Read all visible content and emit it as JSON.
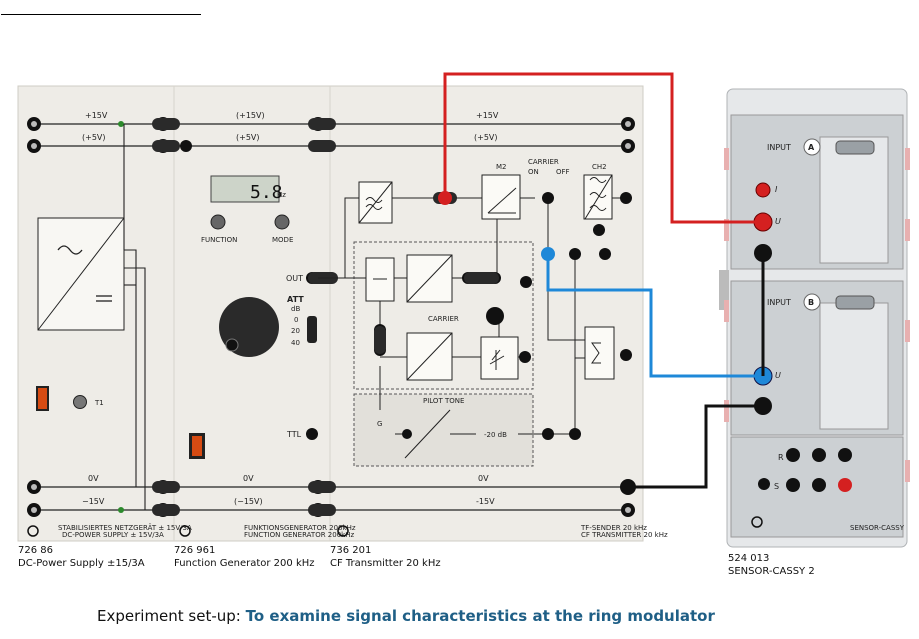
{
  "modules": [
    {
      "number": "726 86",
      "name": "DC-Power Supply ±15/3A"
    },
    {
      "number": "726 961",
      "name": "Function Generator 200 kHz"
    },
    {
      "number": "736 201",
      "name": "CF Transmitter 20 kHz"
    },
    {
      "number": "524 013",
      "name": "SENSOR-CASSY 2"
    }
  ],
  "caption": {
    "prefix": "Experiment set-up: ",
    "title": "To examine signal characteristics at the ring modulator"
  },
  "panel": {
    "rail_p15": "+15V",
    "rail_p5": "(+5V)",
    "rail_p15_par": "(+15V)",
    "rail_p15_plain": "+15V",
    "rail_p5_par": "(+5V)",
    "rail_0v": "0V",
    "rail_m15": "−15V",
    "rail_m15_par": "(−15V)",
    "rail_m15_plain": "-15V",
    "display": "5.8",
    "display_unit": "Hz",
    "function": "FUNCTION",
    "mode": "MODE",
    "out": "OUT",
    "att": "ATT",
    "att_db": "dB",
    "att_0": "0",
    "att_20": "20",
    "att_40": "40",
    "ttl": "TTL",
    "m2": "M2",
    "carrier": "CARRIER",
    "on": "ON",
    "off": "OFF",
    "ch2": "CH2",
    "carrier_mid": "CARRIER",
    "pilot": "PILOT TONE",
    "g": "G",
    "minus20": "-20 dB",
    "t1": "T1",
    "stab_de": "STABILISIERTES NETZGERÄT ± 15V/3A",
    "stab_en": "DC-POWER SUPPLY ± 15V/3A",
    "funk_de": "FUNKTIONSGENERATOR 200kHz",
    "funk_en": "FUNCTION GENERATOR 200kHz",
    "tf_de": "TF-SENDER 20 kHz",
    "tf_en": "CF TRANSMITTER 20 kHz"
  },
  "cassy": {
    "input": "INPUT",
    "a": "A",
    "b": "B",
    "i": "I",
    "u": "U",
    "u2": "U",
    "r": "R",
    "s": "S",
    "name": "SENSOR-CASSY"
  },
  "colors": {
    "red": "#d42020",
    "blue": "#1e88d8",
    "black": "#111111",
    "panel": "#eeece7"
  }
}
